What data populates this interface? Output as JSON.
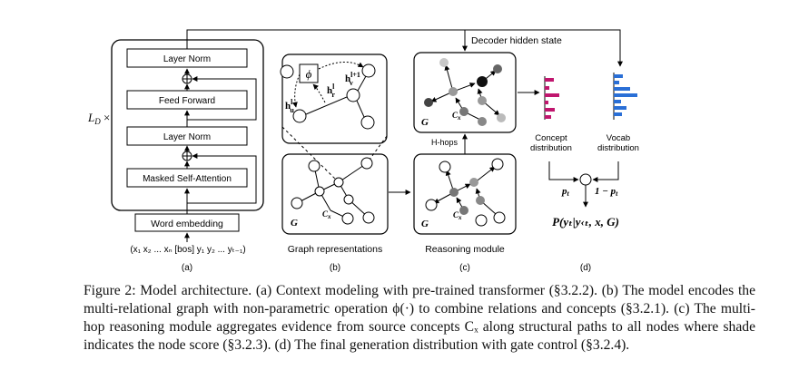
{
  "panel_a": {
    "layer_norm_top": "Layer Norm",
    "feed_forward": "Feed Forward",
    "layer_norm_mid": "Layer Norm",
    "masked_self_attention": "Masked Self-Attention",
    "word_embedding": "Word embedding",
    "repeat_label": "L",
    "repeat_label_sub": "D",
    "repeat_label_suffix": " ×",
    "inputs": "(x₁ x₂ ... xₙ [bos] y₁ y₂ ... yₜ₋₁)",
    "tag": "(a)"
  },
  "panel_b": {
    "phi": "ϕ",
    "h_u": "h",
    "h_u_sup": "l",
    "h_u_sub": "u",
    "h_r": "h",
    "h_r_sup": "l",
    "h_r_sub": "r",
    "h_v": "h",
    "h_v_sup": "l+1",
    "h_v_sub": "v",
    "g_label": "G",
    "cx_label": "C",
    "cx_sub": "x",
    "caption_label": "Graph representations",
    "tag": "(b)"
  },
  "panel_c": {
    "decoder_label": "Decoder hidden state",
    "g_label_top": "G",
    "cx_label_top": "C",
    "cx_sub": "x",
    "hops_label": "H-hops",
    "g_label_bottom": "G",
    "cx_label_bottom": "C",
    "caption_label": "Reasoning module",
    "tag": "(c)"
  },
  "panel_d": {
    "concept_label_1": "Concept",
    "concept_label_2": "distribution",
    "vocab_label_1": "Vocab",
    "vocab_label_2": "distribution",
    "p_t": "p",
    "p_t_sub": "t",
    "one_minus": "1 − p",
    "one_minus_sub": "t",
    "formula": "P(yₜ|y‹ₜ, x, G)",
    "tag": "(d)",
    "concept_color": "#c0166e",
    "vocab_color": "#2a6fd6"
  },
  "caption": {
    "text": "Figure 2: Model architecture. (a) Context modeling with pre-trained transformer (§3.2.2). (b) The model encodes the multi-relational graph with non-parametric operation ϕ(·) to combine relations and concepts (§3.2.1). (c) The multi-hop reasoning module aggregates evidence from source concepts Cₓ along structural paths to all nodes where shade indicates the node score (§3.2.3). (d) The final generation distribution with gate control (§3.2.4)."
  }
}
